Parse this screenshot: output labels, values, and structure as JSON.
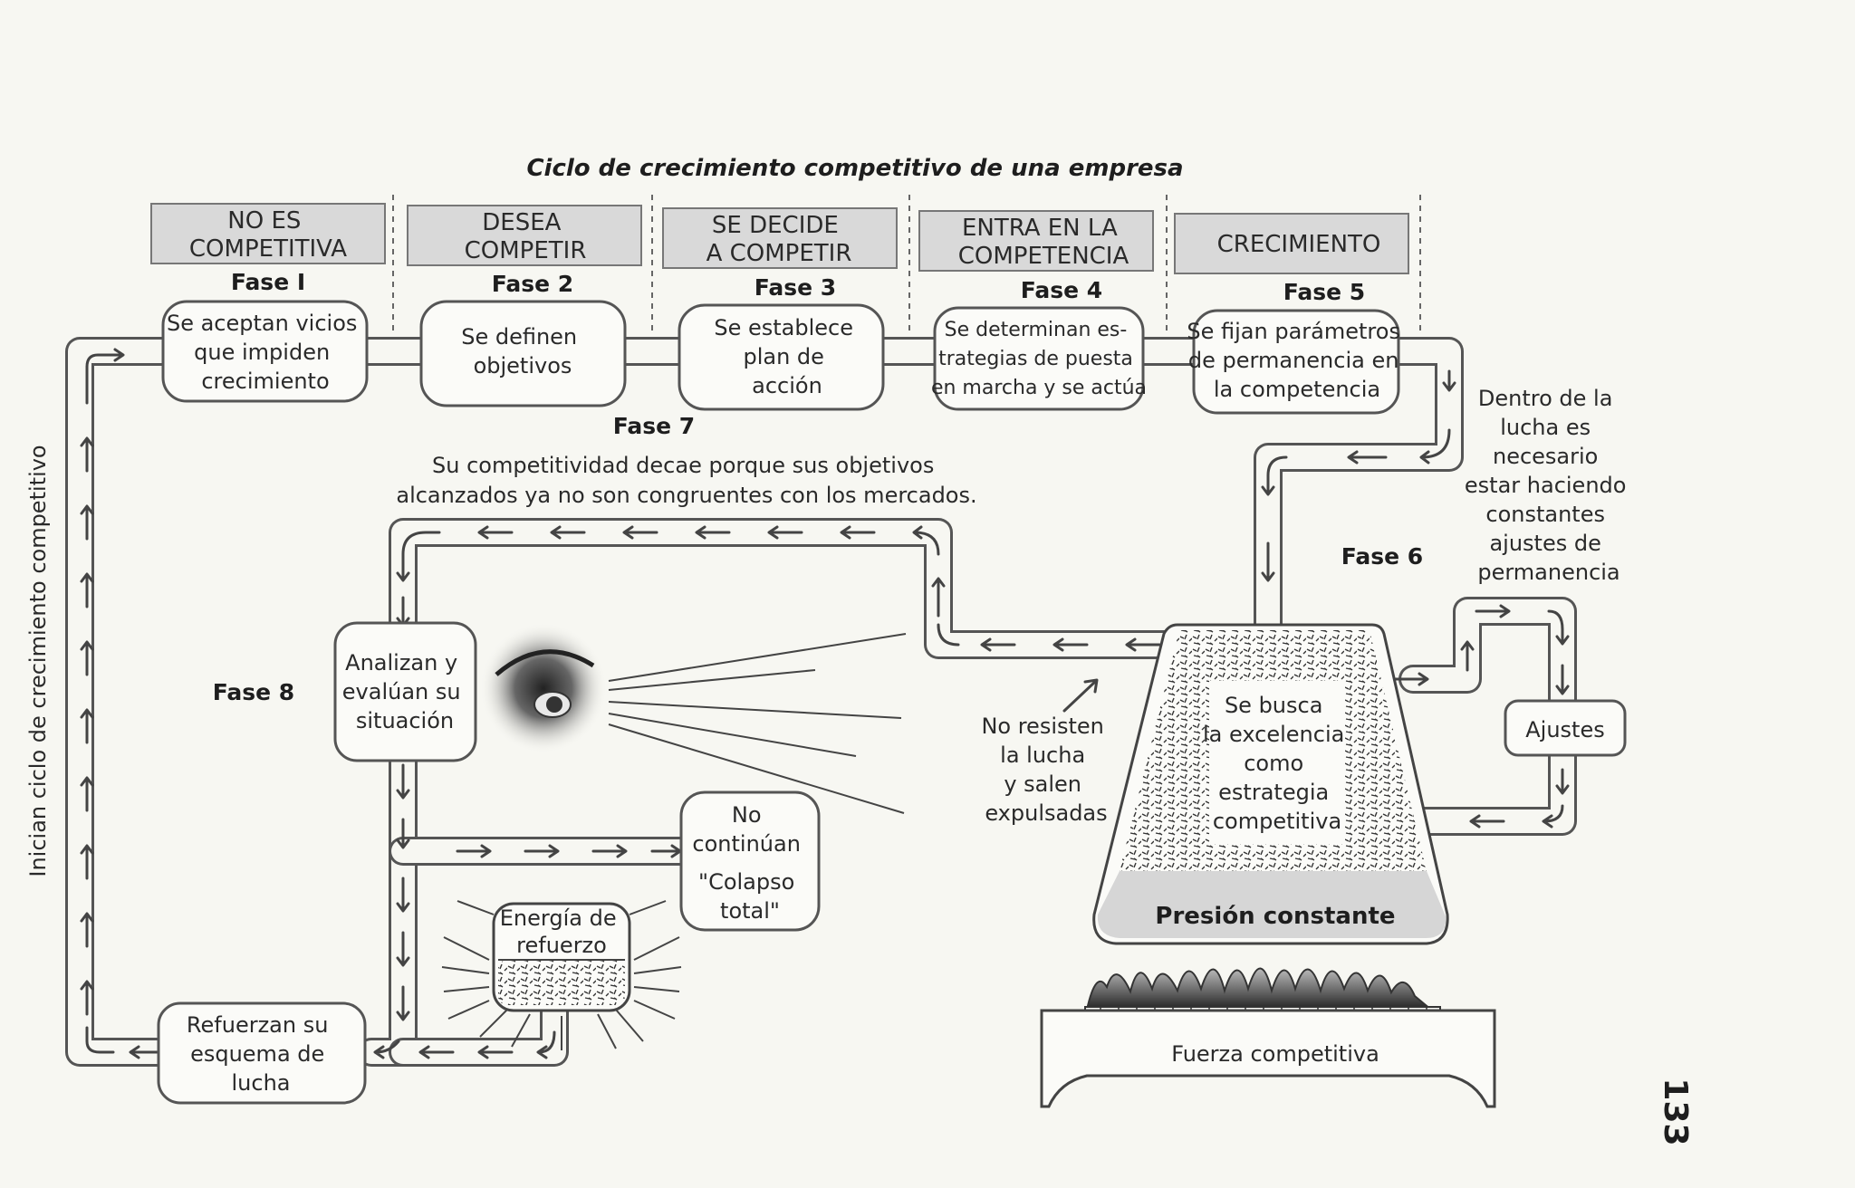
{
  "title": "Ciclo de crecimiento competitivo de una empresa",
  "stages": [
    {
      "header": [
        "NO ES",
        "COMPETITIVA"
      ],
      "phase": "Fase I",
      "box": [
        "Se aceptan vicios",
        "que impiden",
        "crecimiento"
      ]
    },
    {
      "header": [
        "DESEA",
        "COMPETIR"
      ],
      "phase": "Fase 2",
      "box": [
        "Se definen",
        "objetivos"
      ]
    },
    {
      "header": [
        "SE DECIDE",
        "A COMPETIR"
      ],
      "phase": "Fase 3",
      "box": [
        "Se establece",
        "plan de",
        "acción"
      ]
    },
    {
      "header": [
        "ENTRA EN LA",
        "COMPETENCIA"
      ],
      "phase": "Fase 4",
      "box": [
        "Se determinan es-",
        "trategias de puesta",
        "en marcha y se actúa"
      ]
    },
    {
      "header": [
        "CRECIMIENTO"
      ],
      "phase": "Fase 5",
      "box": [
        "Se fijan parámetros",
        "de permanencia en",
        "la competencia"
      ]
    }
  ],
  "fase7": {
    "label": "Fase 7",
    "text": [
      "Su competitividad decae porque sus objetivos",
      "alcanzados ya no son congruentes con los mercados."
    ]
  },
  "fase6": "Fase 6",
  "fase8": "Fase 8",
  "ajustes_note": [
    "Dentro de la",
    "lucha es",
    "necesario",
    "estar haciendo",
    "constantes",
    "ajustes de",
    "permanencia"
  ],
  "ajustes_box": "Ajustes",
  "analizan": [
    "Analizan y",
    "evalúan su",
    "situación"
  ],
  "no_resisten": [
    "No resisten",
    "la lucha",
    "y salen",
    "expulsadas"
  ],
  "no_continuan": [
    "No",
    "continúan",
    "\"Colapso",
    "total\""
  ],
  "energia": [
    "Energía de",
    "refuerzo"
  ],
  "refuerzan": [
    "Refuerzan su",
    "esquema de",
    "lucha"
  ],
  "flask_text": [
    "Se busca",
    "la excelencia",
    "como",
    "estrategia",
    "competitiva"
  ],
  "presion": "Presión constante",
  "fuerza": "Fuerza competitiva",
  "side_label": "Inician ciclo de crecimiento competitivo",
  "page_number": "133"
}
